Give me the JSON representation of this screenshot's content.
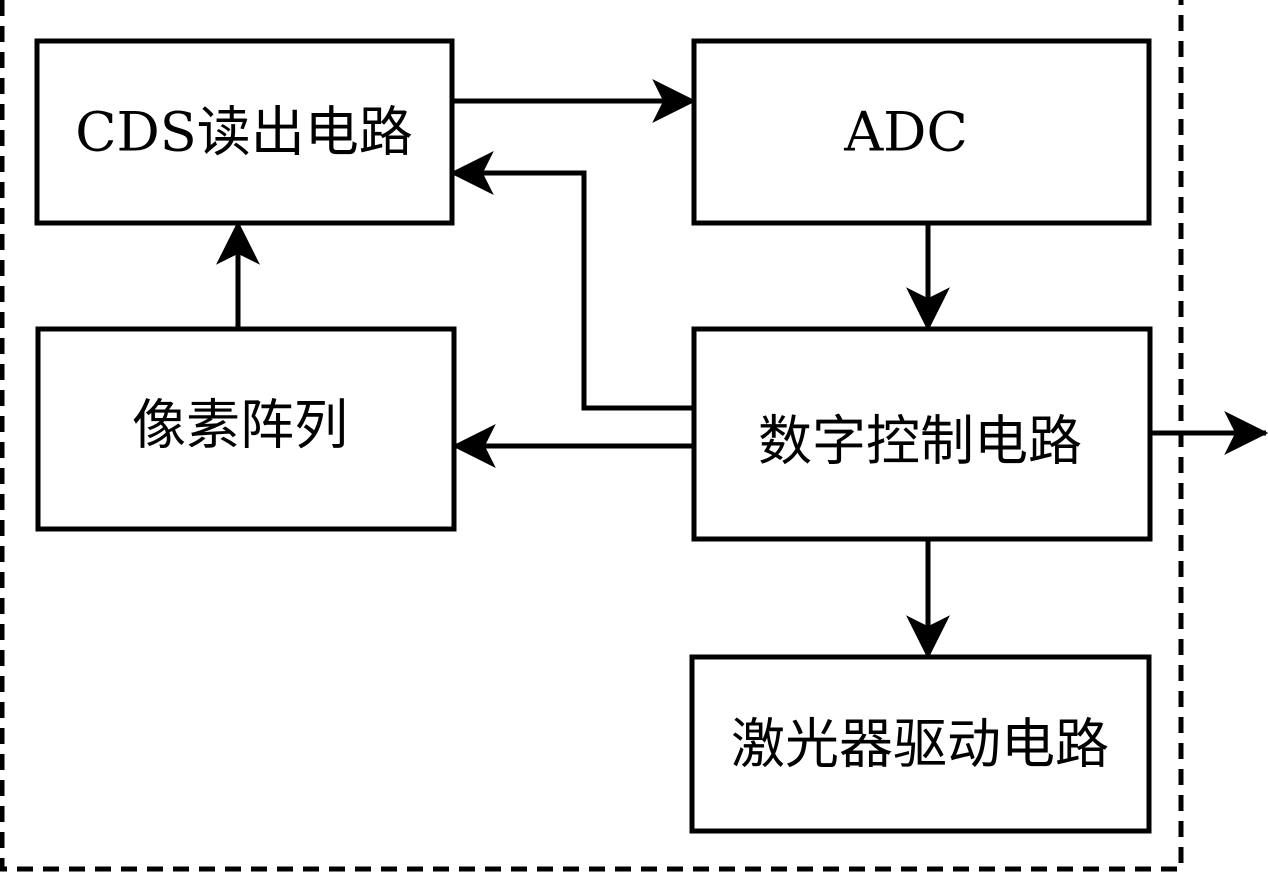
{
  "blocks": {
    "cds": "CDS读出电路",
    "adc": "ADC",
    "pixel_array": "像素阵列",
    "digital_control": "数字控制电路",
    "laser_driver": "激光器驱动电路"
  },
  "colors": {
    "stroke": "#000000",
    "background": "#ffffff"
  }
}
